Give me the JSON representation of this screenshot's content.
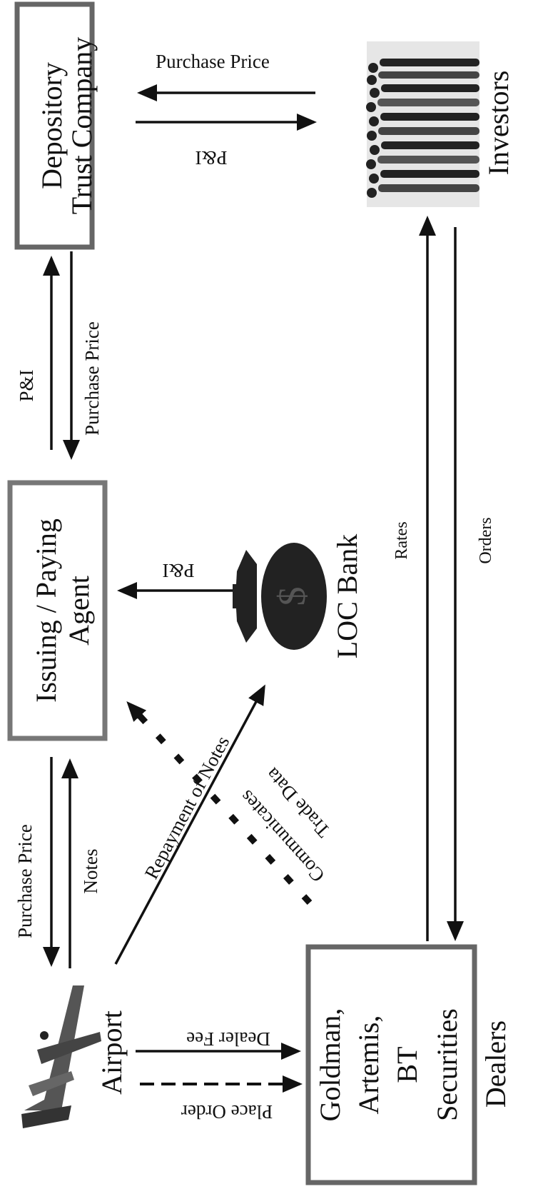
{
  "nodes": {
    "dtc": [
      "Depository",
      "Trust Company"
    ],
    "investors": "Investors",
    "agent": [
      "Issuing / Paying",
      "Agent"
    ],
    "loc_bank": "LOC Bank",
    "dealers_box": [
      "Goldman,",
      "Artemis,",
      "BT",
      "Securities"
    ],
    "dealers": "Dealers",
    "airport": "Airport"
  },
  "flows": {
    "dtc_inv_purchase": "Purchase Price",
    "dtc_inv_pi": "P&I",
    "agent_dtc_pi": "P&I",
    "agent_dtc_purchase": "Purchase Price",
    "loc_agent_pi": "P&I",
    "rates": "Rates",
    "orders": "Orders",
    "air_agent_purchase": "Purchase Price",
    "air_agent_notes": "Notes",
    "repayment": "Repayment of Notes",
    "communicates": "Communicates",
    "trade_data": "Trade Data",
    "dealer_fee": "Dealer Fee",
    "place_order": "Place Order"
  }
}
